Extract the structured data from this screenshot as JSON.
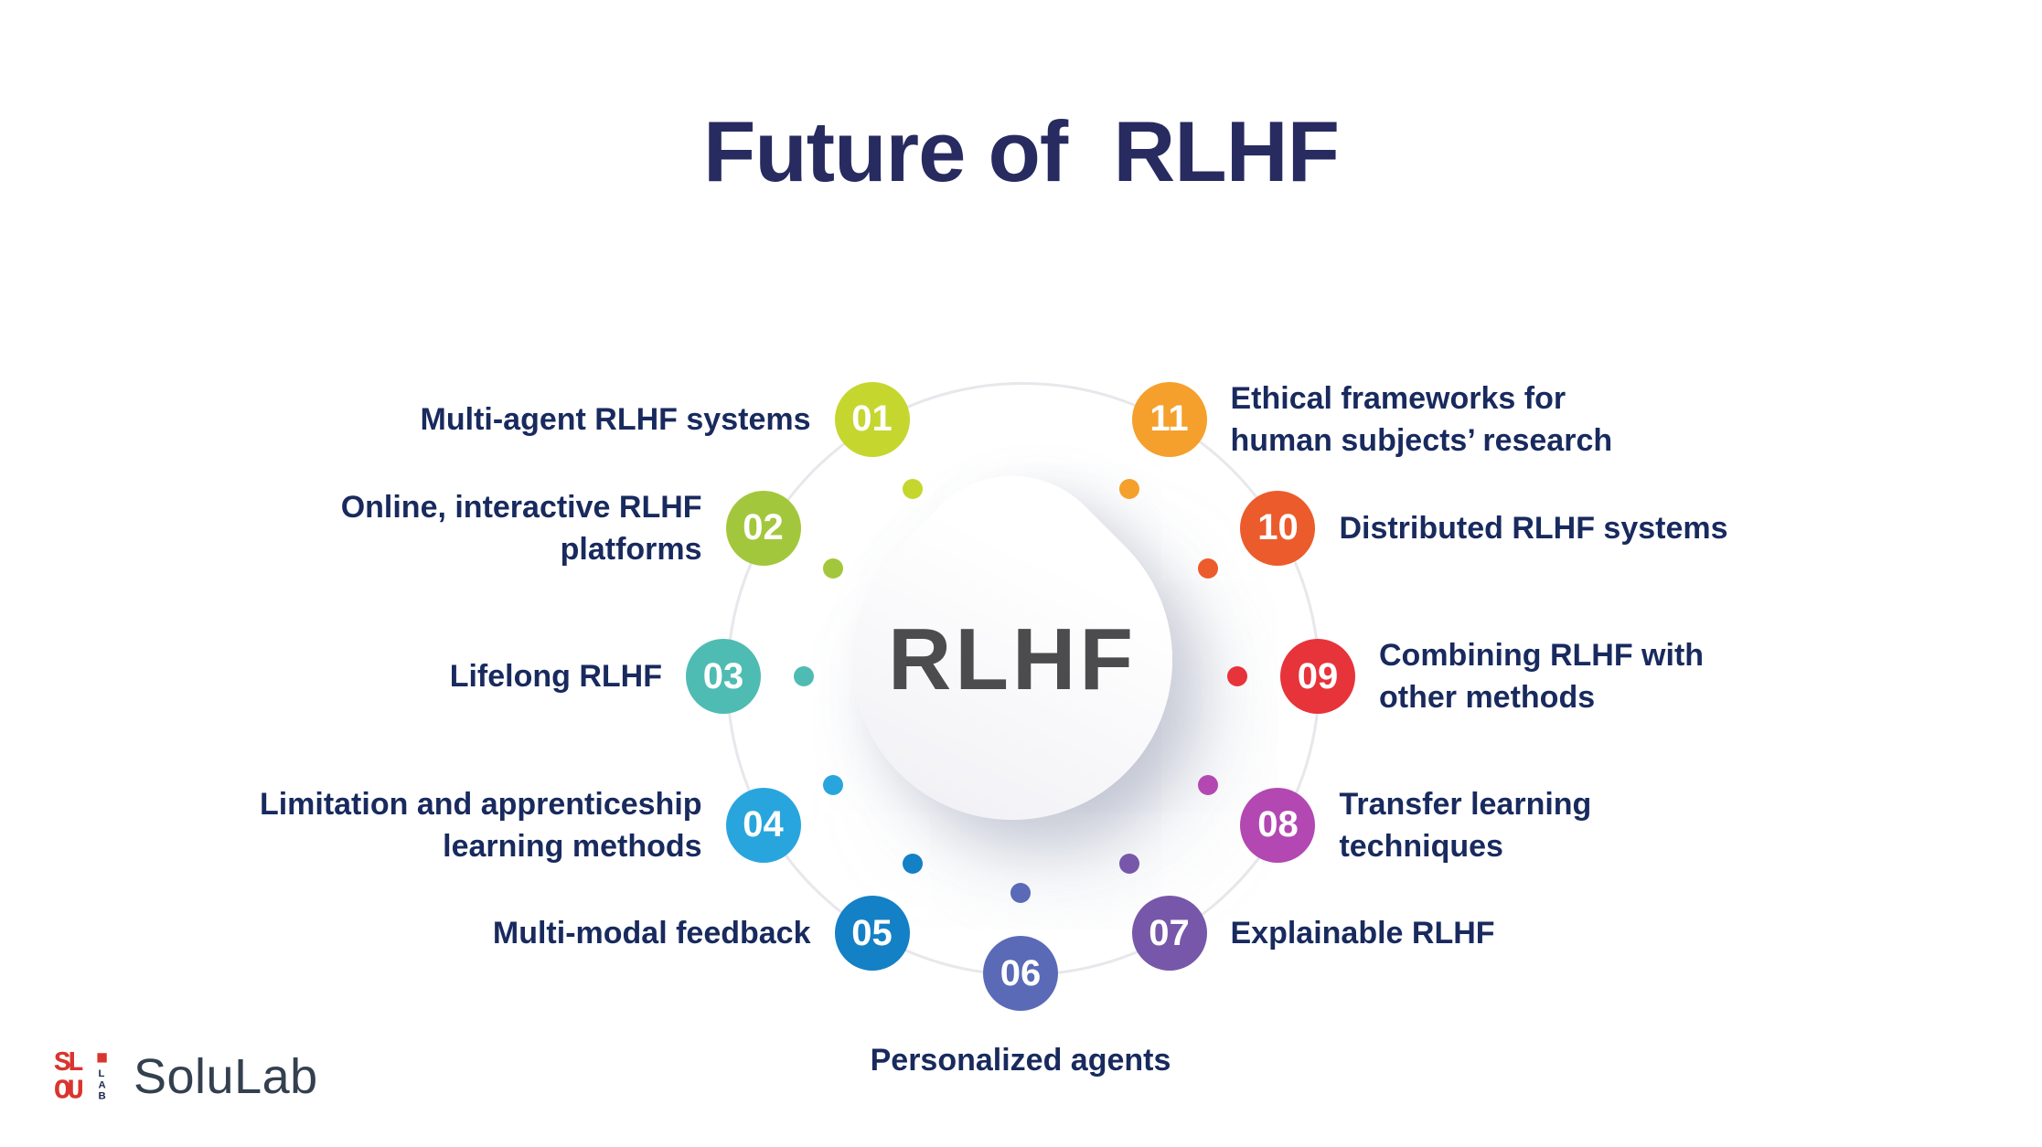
{
  "title": "Future of  RLHF",
  "center": {
    "label": "RLHF"
  },
  "items": [
    {
      "number": "01",
      "label": "Multi-agent RLHF systems",
      "lines": [
        "Multi-agent RLHF systems"
      ],
      "color": "#c5d62e",
      "angle_deg": -30,
      "side": "left"
    },
    {
      "number": "02",
      "label": "Online, interactive RLHF platforms",
      "lines": [
        "Online, interactive RLHF",
        "platforms"
      ],
      "color": "#a3c73c",
      "angle_deg": -60,
      "side": "left"
    },
    {
      "number": "03",
      "label": "Lifelong RLHF",
      "lines": [
        "Lifelong RLHF"
      ],
      "color": "#4ebcb2",
      "angle_deg": -90,
      "side": "left"
    },
    {
      "number": "04",
      "label": "Limitation and apprenticeship learning methods",
      "lines": [
        "Limitation and apprenticeship",
        "learning methods"
      ],
      "color": "#29a5de",
      "angle_deg": -120,
      "side": "left"
    },
    {
      "number": "05",
      "label": "Multi-modal feedback",
      "lines": [
        "Multi-modal feedback"
      ],
      "color": "#1480c6",
      "angle_deg": -150,
      "side": "left"
    },
    {
      "number": "06",
      "label": "Personalized agents",
      "lines": [
        "Personalized agents"
      ],
      "color": "#5a6ab7",
      "angle_deg": 180,
      "side": "bottom"
    },
    {
      "number": "07",
      "label": "Explainable RLHF",
      "lines": [
        "Explainable RLHF"
      ],
      "color": "#7757a9",
      "angle_deg": 150,
      "side": "right"
    },
    {
      "number": "08",
      "label": "Transfer learning techniques",
      "lines": [
        "Transfer learning",
        "techniques"
      ],
      "color": "#b348b2",
      "angle_deg": 120,
      "side": "right"
    },
    {
      "number": "09",
      "label": "Combining RLHF with other methods",
      "lines": [
        "Combining RLHF with",
        "other methods"
      ],
      "color": "#e7333a",
      "angle_deg": 90,
      "side": "right"
    },
    {
      "number": "10",
      "label": "Distributed RLHF systems",
      "lines": [
        "Distributed RLHF systems"
      ],
      "color": "#ec5b2c",
      "angle_deg": 60,
      "side": "right"
    },
    {
      "number": "11",
      "label": "Ethical frameworks for human subjects’ research",
      "lines": [
        "Ethical frameworks for",
        "human subjects’ research"
      ],
      "color": "#f5a02d",
      "angle_deg": 30,
      "side": "right"
    }
  ],
  "logo": {
    "wordmark": "SoluLab",
    "mark_row1": "SL",
    "mark_row2": "OU",
    "mark_side": "LAB",
    "mark_color": "#d8352e",
    "mark_side_color": "#1d2a4a"
  },
  "colors": {
    "title": "#272b60",
    "label": "#182a5e",
    "center_text": "#4c4c4e",
    "ring": "#e7e7ec"
  }
}
